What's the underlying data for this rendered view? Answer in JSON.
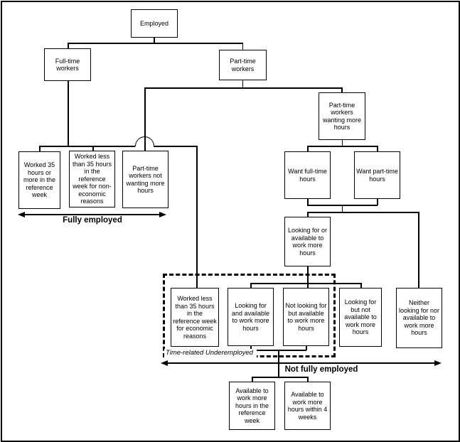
{
  "nodes": {
    "employed": {
      "label": "Employed"
    },
    "full_time_workers": {
      "label": "Full-time workers"
    },
    "part_time_workers": {
      "label": "Part-time workers"
    },
    "pt_wanting_more": {
      "label": "Part-time workers wanting more hours"
    },
    "want_full_time": {
      "label": "Want full-time hours"
    },
    "want_part_time": {
      "label": "Want part-time hours"
    },
    "worked_35_or_more": {
      "label": "Worked 35 hours or more in the reference week"
    },
    "worked_less_non_econ": {
      "label": "Worked less than 35 hours in the reference week for non-economic reasons"
    },
    "pt_not_wanting": {
      "label": "Part-time workers not wanting more hours"
    },
    "looking_or_available": {
      "label": "Looking for or available to work more hours"
    },
    "worked_less_econ": {
      "label": "Worked less than 35 hours in the reference week for economic reasons"
    },
    "looking_and_available": {
      "label": "Looking for and available to work more hours"
    },
    "not_looking_available": {
      "label": "Not looking for but available to work more hours"
    },
    "looking_not_available": {
      "label": "Looking for but not available to work more hours"
    },
    "neither_looking_avail": {
      "label": "Neither looking for nor available to work more hours"
    },
    "available_ref_week": {
      "label": "Available to work more hours in the reference week"
    },
    "available_4_weeks": {
      "label": "Available to work more hours within 4 weeks"
    }
  },
  "annotations": {
    "fully_employed": "Fully employed",
    "not_fully_employed": "Not fully employed",
    "time_related_underemployed": "Time-related Underemployed"
  },
  "colors": {
    "line": "#000000",
    "background": "#ffffff"
  }
}
